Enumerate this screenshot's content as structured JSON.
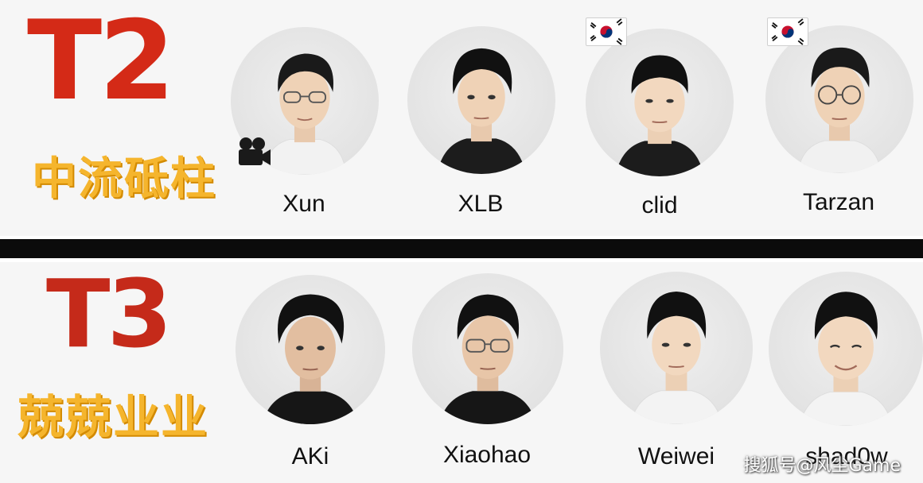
{
  "tiers": [
    {
      "label": "T2",
      "subtitle": "中流砥柱",
      "players": [
        {
          "name": "Xun",
          "flag": "",
          "icon": "camera-icon"
        },
        {
          "name": "XLB",
          "flag": "",
          "icon": ""
        },
        {
          "name": "clid",
          "flag": "korea-flag-icon",
          "icon": ""
        },
        {
          "name": "Tarzan",
          "flag": "korea-flag-icon",
          "icon": ""
        }
      ]
    },
    {
      "label": "T3",
      "subtitle": "兢兢业业",
      "players": [
        {
          "name": "AKi",
          "flag": "",
          "icon": ""
        },
        {
          "name": "Xiaohao",
          "flag": "",
          "icon": ""
        },
        {
          "name": "Weiwei",
          "flag": "",
          "icon": ""
        },
        {
          "name": "shad0w",
          "flag": "",
          "icon": ""
        }
      ]
    }
  ],
  "watermark": "搜狐号@风尘Game",
  "colors": {
    "tier_label": "#d42a17",
    "tier_subtitle": "#f5b52d",
    "divider": "#0b0b0b",
    "background": "#f6f6f6"
  }
}
